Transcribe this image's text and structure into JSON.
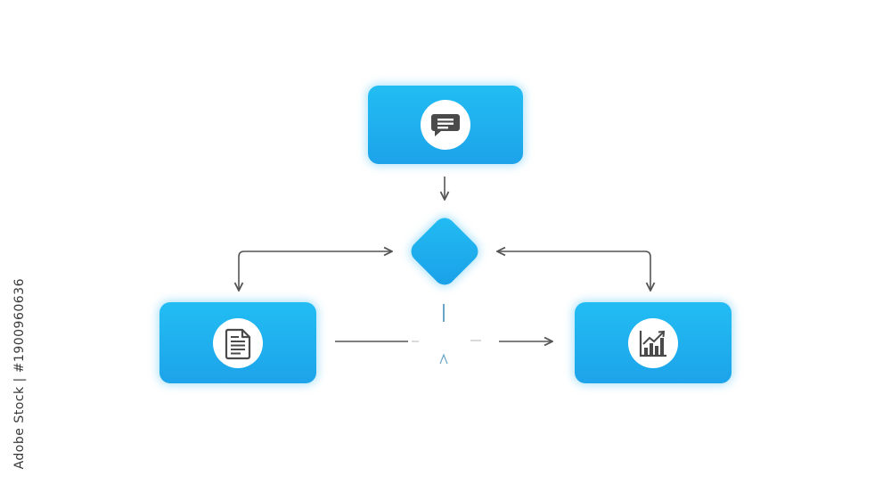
{
  "diagram": {
    "nodes": [
      {
        "id": "top",
        "icon": "chat-icon"
      },
      {
        "id": "left",
        "icon": "document-icon"
      },
      {
        "id": "right",
        "icon": "chart-icon"
      }
    ],
    "decision": {
      "shape": "diamond"
    },
    "colors": {
      "node_top": "#1fbaf2",
      "node_bottom": "#1d9fea",
      "connector": "#555555",
      "icon_fg": "#4a4a4a",
      "icon_bg": "#ffffff"
    }
  },
  "watermark": {
    "text": "Adobe Stock | #1900960636"
  }
}
